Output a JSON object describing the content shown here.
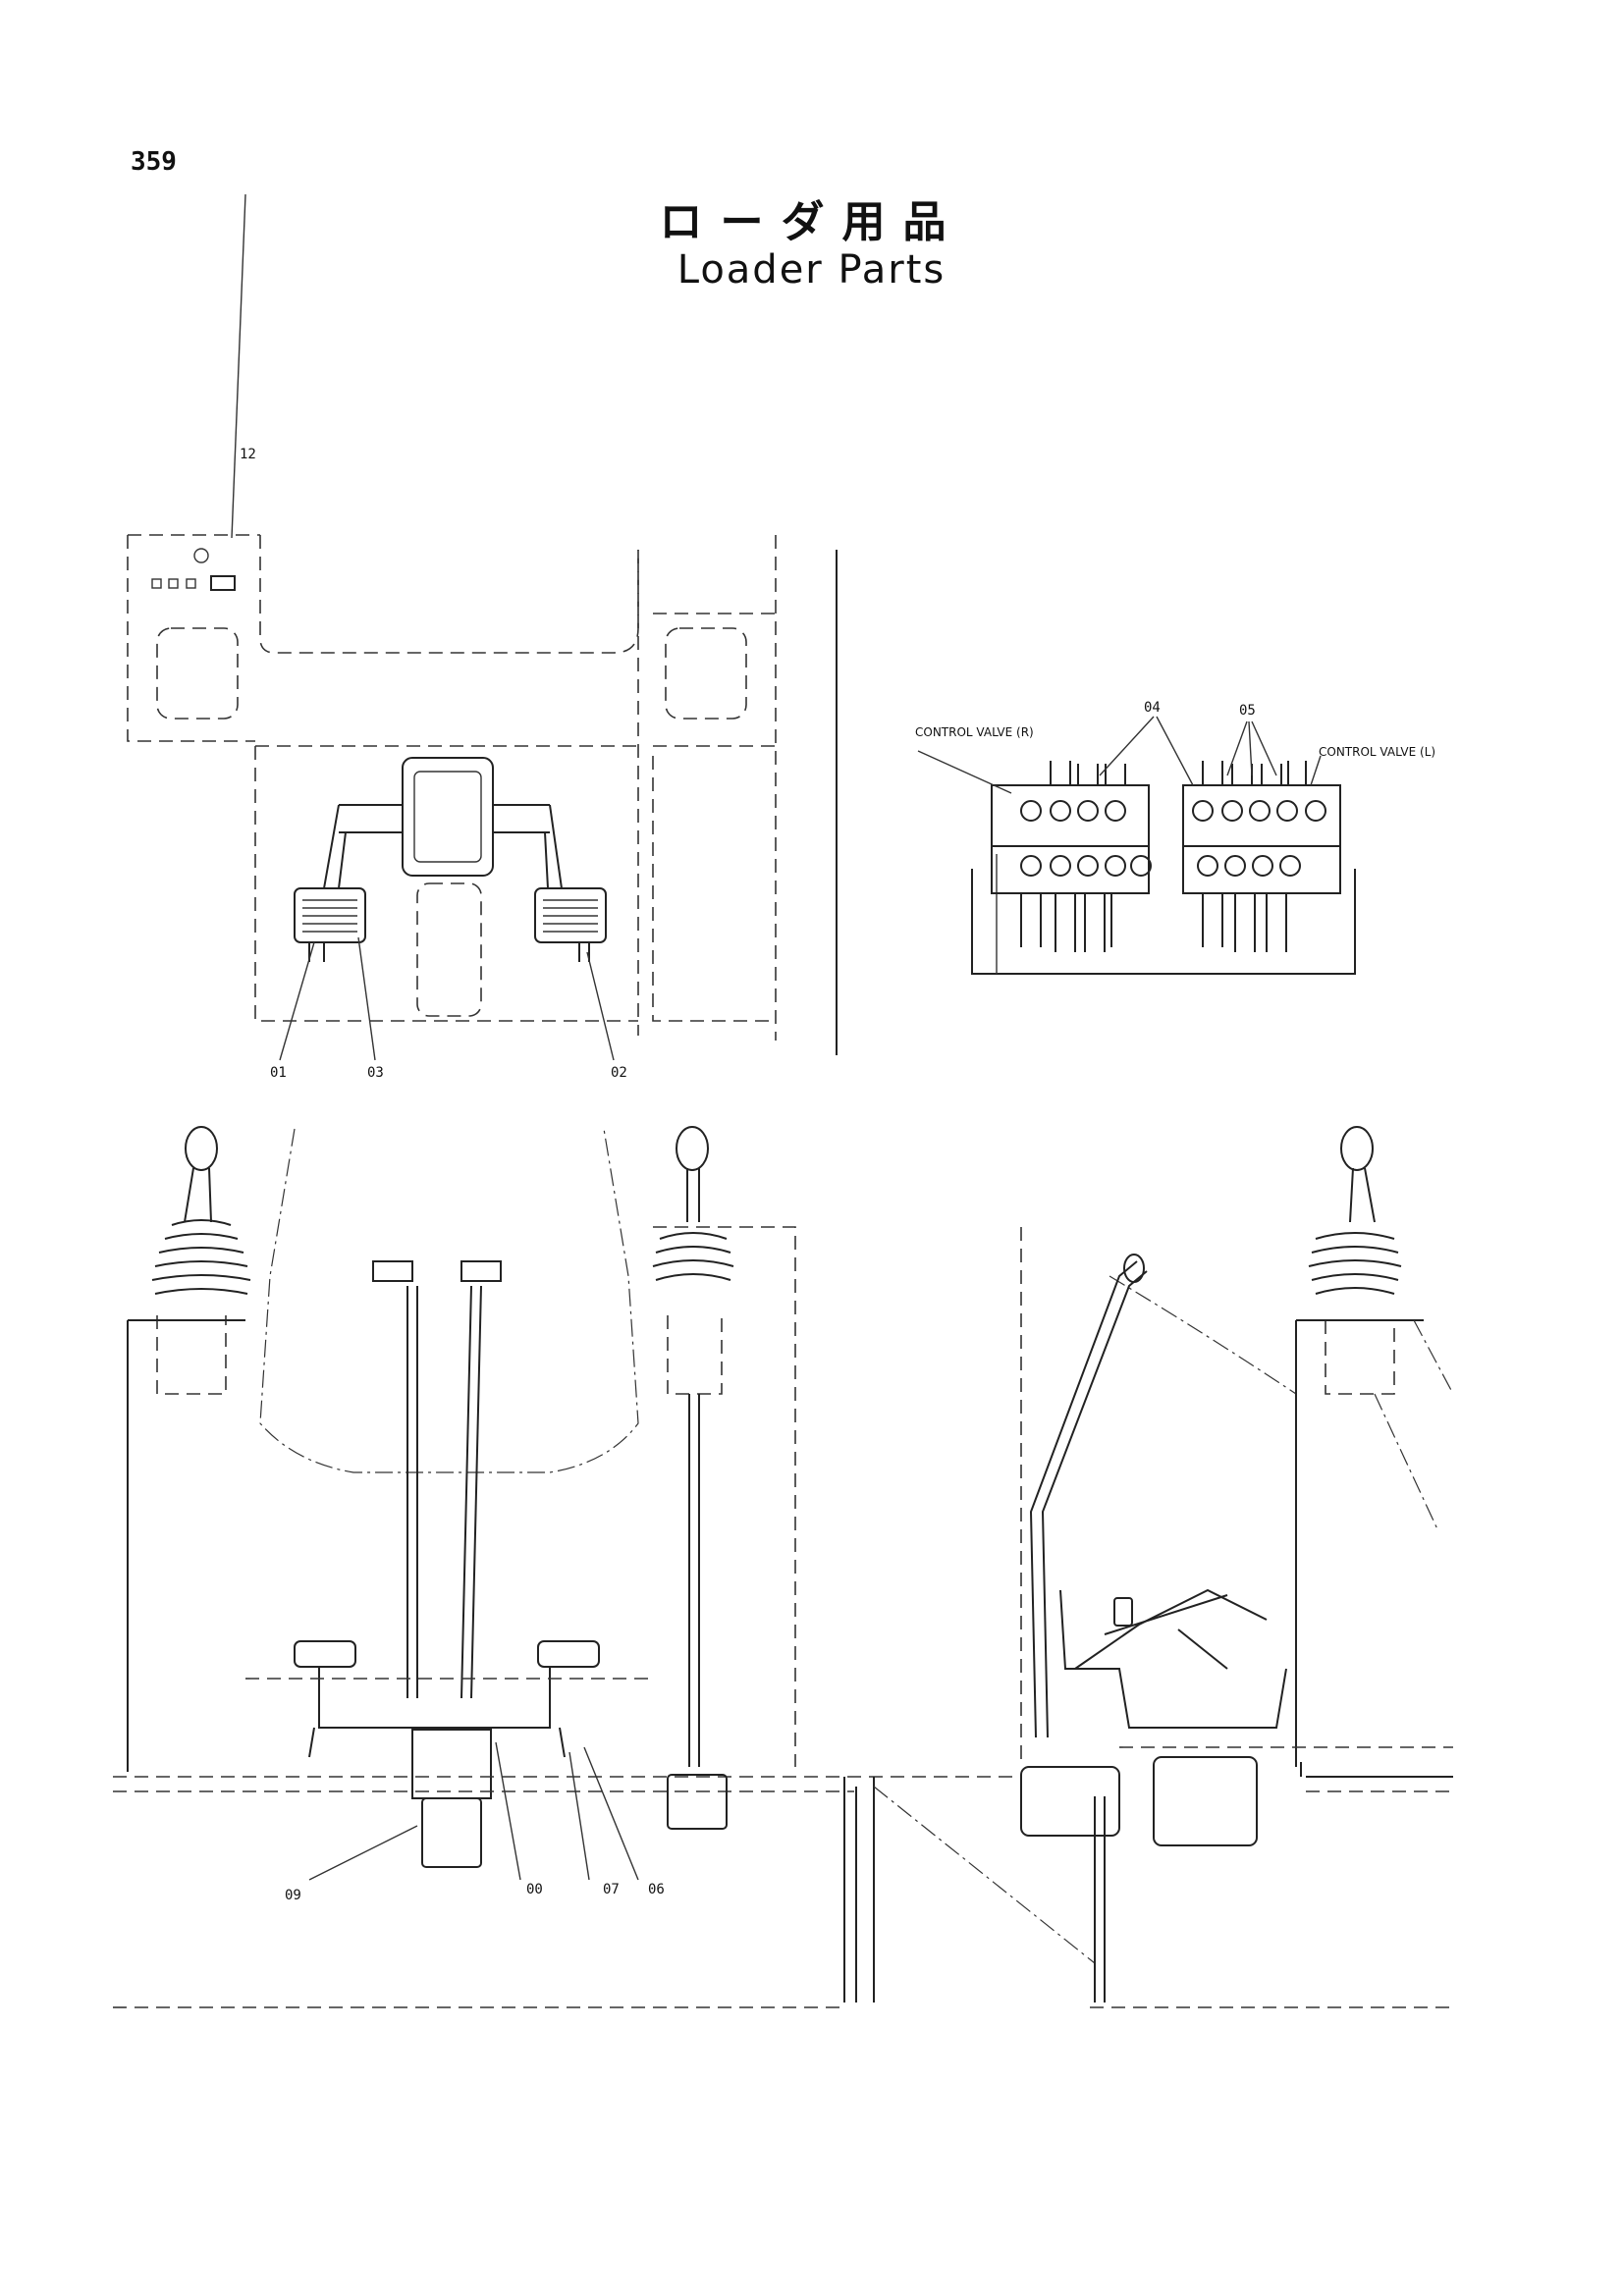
{
  "page_number": "359",
  "title_jp": "ローダ用品",
  "title_en": "Loader Parts",
  "callouts": {
    "c12": "12",
    "c01": "01",
    "c03": "03",
    "c02": "02",
    "c04": "04",
    "c05": "05",
    "c09": "09",
    "c00": "00",
    "c07": "07",
    "c06": "06"
  },
  "valve_labels": {
    "right": "CONTROL VALVE (R)",
    "left": "CONTROL VALVE (L)"
  }
}
